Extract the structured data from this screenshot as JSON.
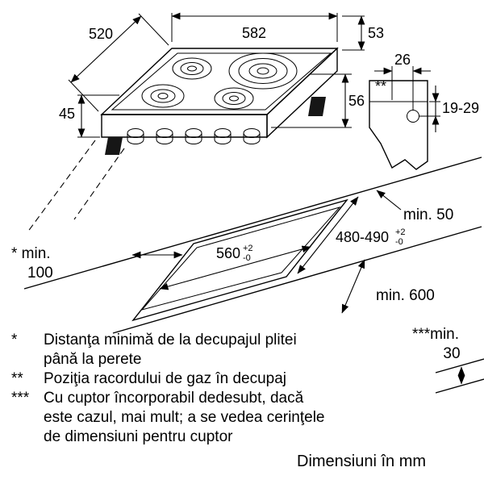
{
  "figure": {
    "dimensions": {
      "hob_width": "582",
      "hob_depth": "520",
      "hob_edge_height": "53",
      "hob_build_in_depth": "45",
      "hob_total_height": "56",
      "gas_connection_offset": "26",
      "gas_connection_marker": "**",
      "gas_connection_depth": "19-29",
      "min_rear_clearance": "min. 50",
      "cutout_width": "560",
      "cutout_width_tol_plus": "+2",
      "cutout_width_tol_minus": "-0",
      "cutout_depth": "480-490",
      "cutout_depth_tol_plus": "+2",
      "cutout_depth_tol_minus": "-0",
      "min_worktop_depth": "min. 600",
      "min_side_clearance_label": "* min.",
      "min_side_clearance_value": "100",
      "min_below_clearance_label": "***min.",
      "min_below_clearance_value": "30"
    },
    "footnotes": [
      {
        "marker": "*",
        "text": "Distanţa minimă de la decupajul plitei până la perete"
      },
      {
        "marker": "**",
        "text": "Poziţia racordului de gaz în decupaj"
      },
      {
        "marker": "***",
        "text": "Cu cuptor încorporabil dedesubt, dacă este cazul, mai mult; a se vedea cerinţele de dimensiuni pentru cuptor"
      }
    ],
    "units_note": "Dimensiuni în mm"
  }
}
